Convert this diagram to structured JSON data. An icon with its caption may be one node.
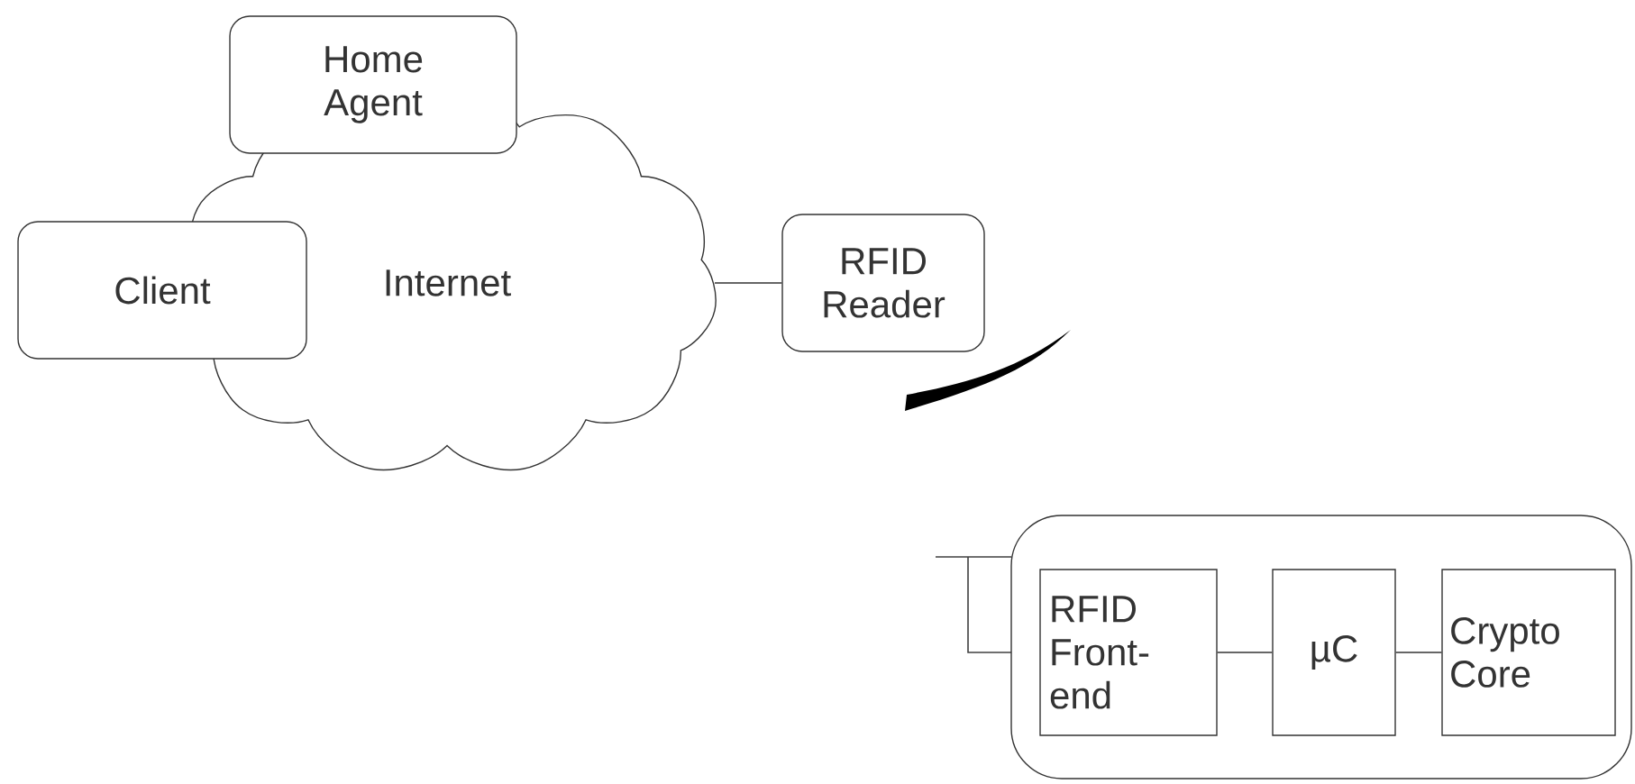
{
  "diagram": {
    "nodes": [
      {
        "text": [
          "Internet"
        ]
      },
      {
        "text": [
          "Home Agent"
        ]
      },
      {
        "text": [
          "Client"
        ]
      },
      {
        "text": [
          "RFID Reader"
        ]
      },
      {
        "text": [],
        "shape": "box"
      },
      {
        "text": [
          "RFID Front-end"
        ],
        "in": 4
      },
      {
        "text": [
          "µC"
        ],
        "in": 4
      },
      {
        "text": [
          "Crypto Core"
        ],
        "in": 4
      }
    ],
    "edges": [
      {
        "from": 0,
        "to": 3,
        "arrow": "none"
      },
      {
        "from": 5,
        "to": 6,
        "arrow": "none"
      },
      {
        "from": 6,
        "to": 7,
        "arrow": "none"
      }
    ]
  }
}
